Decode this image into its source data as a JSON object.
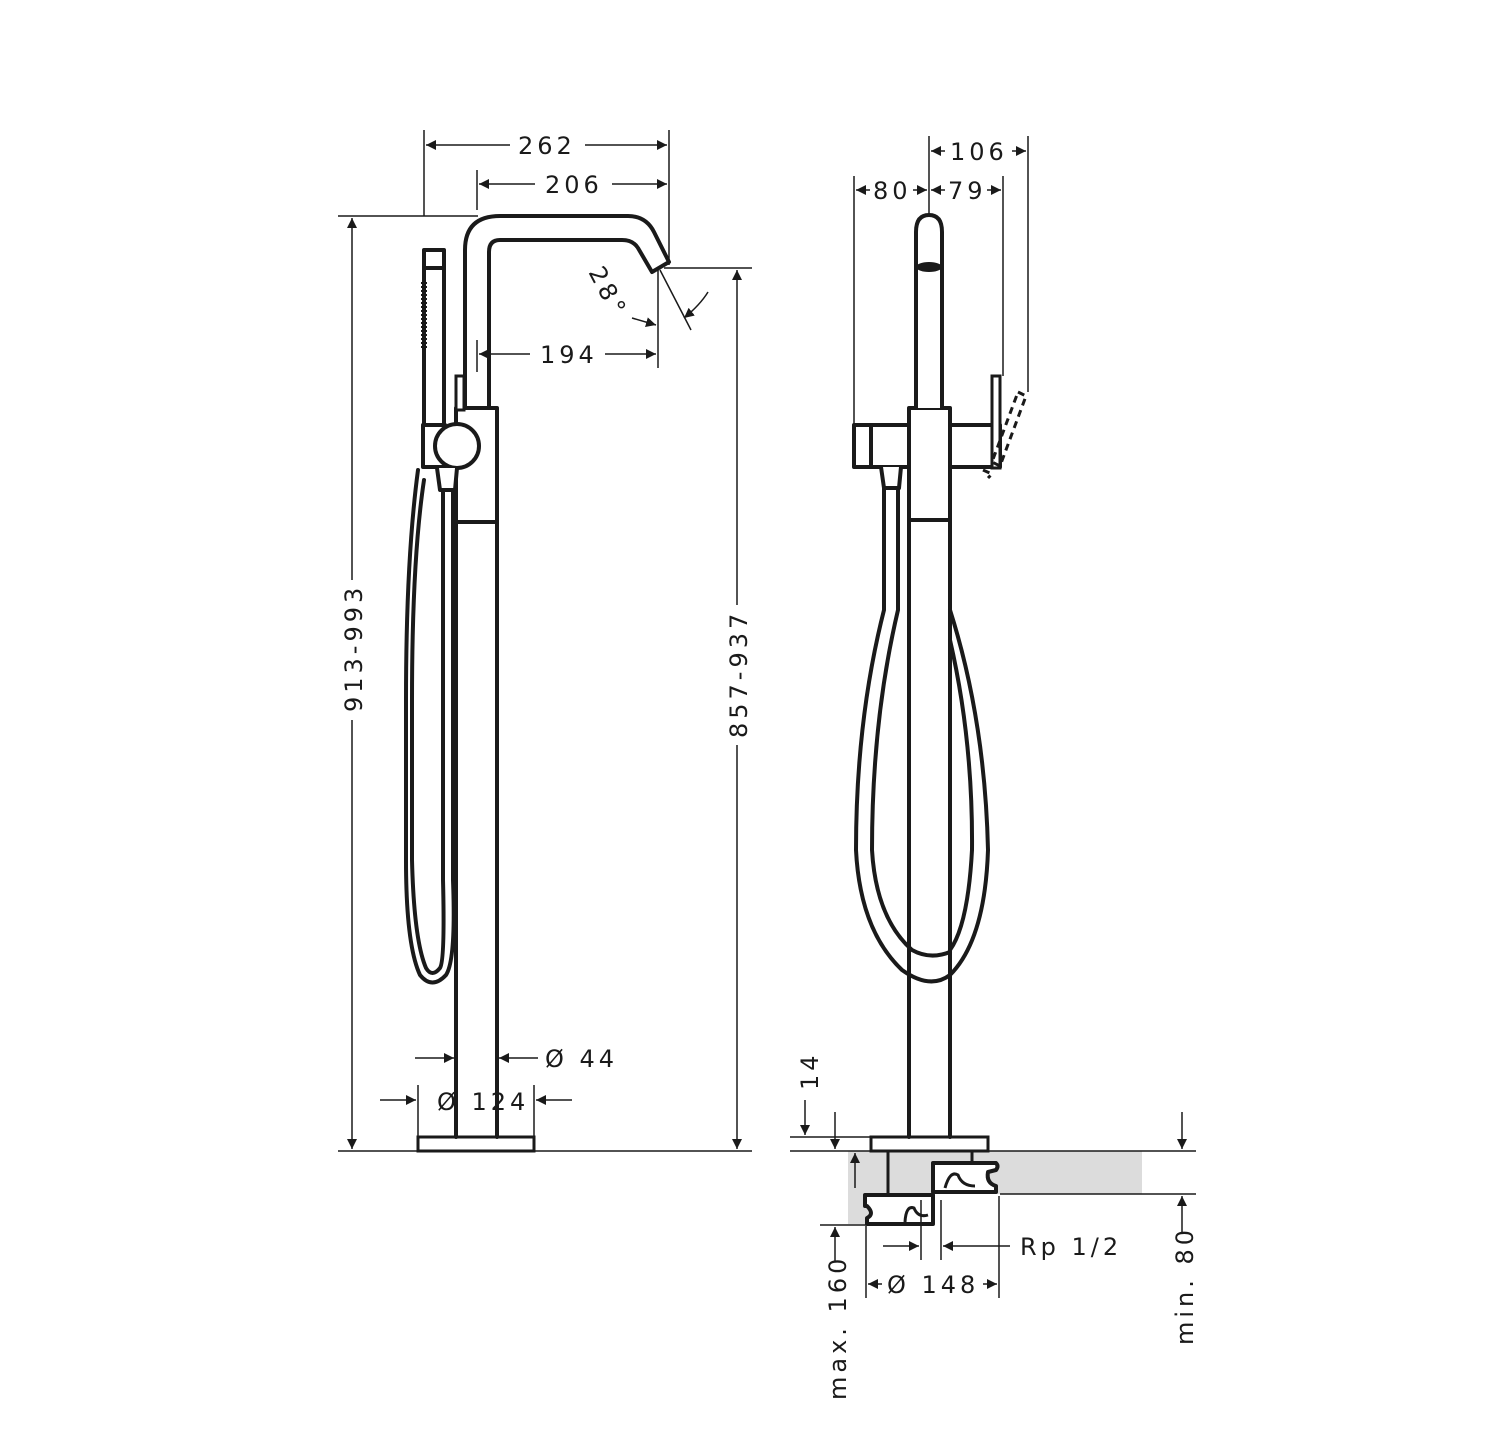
{
  "drawing": {
    "title": "Freestanding bath mixer – dimensional drawing",
    "views": [
      "front-view",
      "side-view"
    ],
    "colors": {
      "line": "#1a1a1a",
      "floor_hatch": "#dcdcdc",
      "background": "#ffffff"
    }
  },
  "front_view": {
    "dimensions": {
      "overall_projection": "262",
      "spout_projection": "206",
      "outlet_projection": "194",
      "spout_angle": "28°",
      "total_height": "913-993",
      "outlet_height": "857-937",
      "column_diameter": "Ø 44",
      "base_diameter": "Ø 124"
    }
  },
  "side_view": {
    "dimensions": {
      "right_width": "106",
      "left_width": "80",
      "center_right_width": "79",
      "base_thickness": "14",
      "thread": "Rp 1/2",
      "mount_diameter": "Ø 148",
      "max_depth": "max. 160",
      "min_depth": "min. 80"
    }
  }
}
